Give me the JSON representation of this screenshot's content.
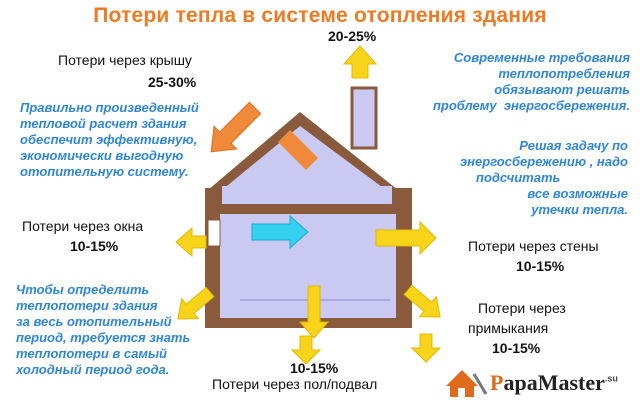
{
  "title": "Потери тепла в системе отопления здания",
  "losses": {
    "roof": {
      "label": "Потери через крышу",
      "percent": "25-30%"
    },
    "chimney": {
      "percent": "20-25%"
    },
    "windows": {
      "label": "Потери через окна",
      "percent": "10-15%"
    },
    "walls": {
      "label": "Потери через стены",
      "percent": "10-15%"
    },
    "junctions": {
      "label_line1": "Потери через",
      "label_line2": "примыкания",
      "percent": "10-15%"
    },
    "floor": {
      "percent": "10-15%",
      "label": "Потери через пол/подвал"
    }
  },
  "notes": {
    "left_top": [
      "Правильно произведенный",
      "тепловой расчет здания",
      "обеспечит эффективную,",
      "экономически выгодную",
      "отопительную систему."
    ],
    "left_bottom": [
      "Чтобы определить",
      "теплопотери  здания",
      "за весь отопительный",
      "период, требуется знать",
      "теплопотери в самый",
      "холодный период года."
    ],
    "right_top": [
      "Современные  требования",
      "теплопотребления",
      "обязывают  решать",
      "проблему",
      "энергосбережения."
    ],
    "right_mid": [
      "Решая задачу по",
      "энергосбережению , надо",
      "подсчитать",
      "все возможные",
      "утечки тепла."
    ]
  },
  "brand": {
    "first": "P",
    "rest": "apaMaster",
    "suffix": ".su"
  },
  "colors": {
    "title": "#f07a22",
    "note": "#2f86d6",
    "arrow_yellow": "#f7d31a",
    "arrow_orange": "#f08a3a",
    "arrow_cyan": "#35d0f0",
    "house_brown": "#8a5a3c",
    "house_fill": "#c9c9f2"
  }
}
